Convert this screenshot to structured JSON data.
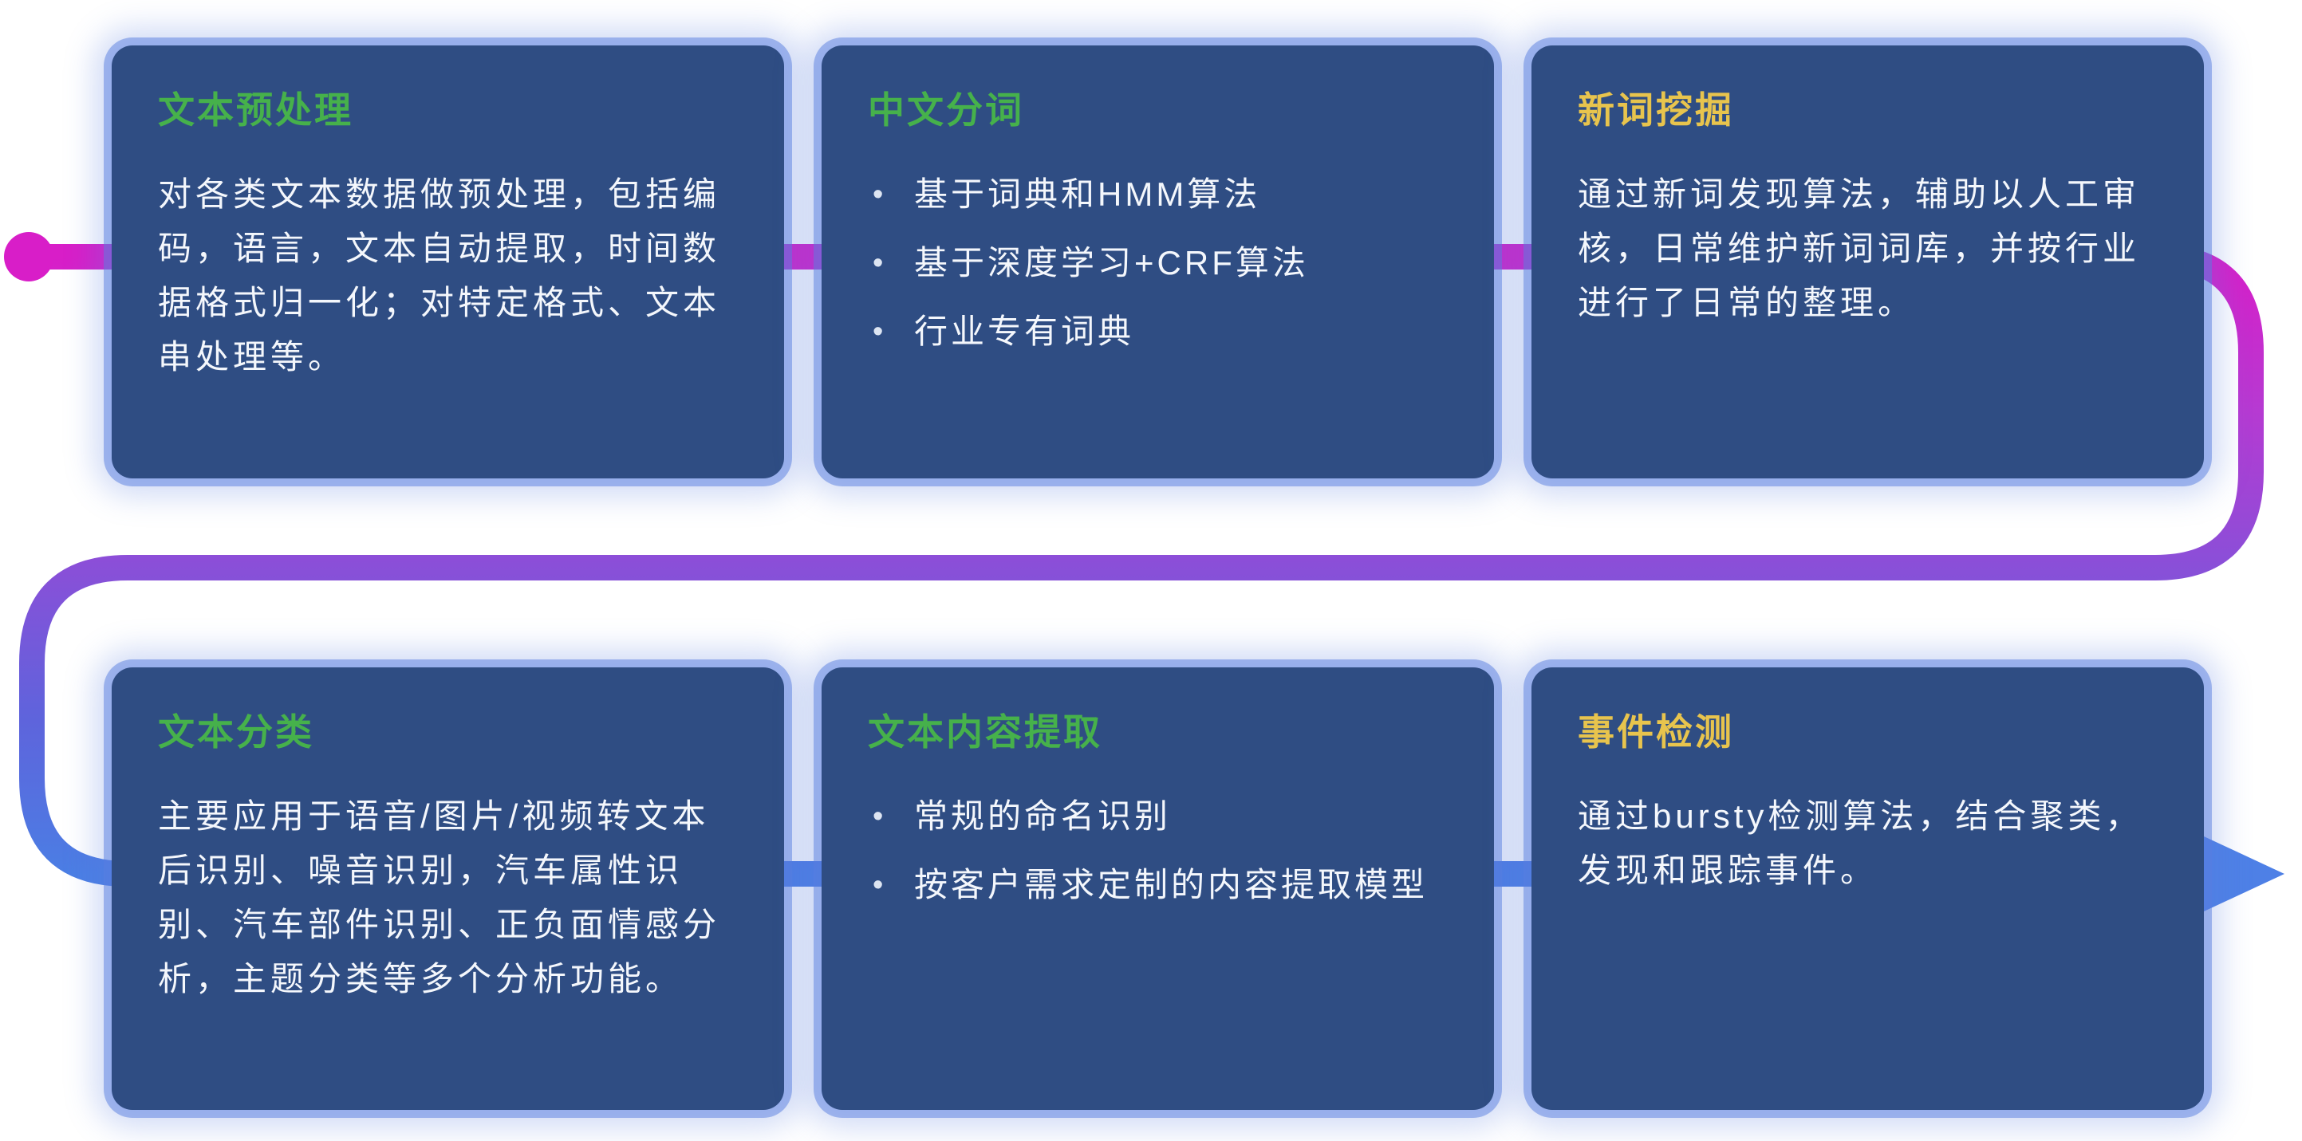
{
  "palette": {
    "card_background": "#2f4d83",
    "card_glow": "#587ee0",
    "title_green": "#46b14b",
    "title_yellow": "#e8c44d",
    "body_text": "#f4f7fc",
    "flow_start_magenta": "#d81ec8",
    "flow_mid_purple": "#8a4fd8",
    "flow_end_blue": "#4b7ee4"
  },
  "flow": {
    "start_marker": "dot",
    "end_marker": "arrow-right",
    "direction": "snake: top row left-to-right, curve down right side, middle line right-to-left, curve down left side, bottom row left-to-right"
  },
  "cards": [
    {
      "title": "文本预处理",
      "accent": "green",
      "body": "对各类文本数据做预处理，包括编码，语言，文本自动提取，时间数据格式归一化；对特定格式、文本串处理等。"
    },
    {
      "title": "中文分词",
      "accent": "green",
      "bullets": [
        "基于词典和HMM算法",
        "基于深度学习+CRF算法",
        "行业专有词典"
      ]
    },
    {
      "title": "新词挖掘",
      "accent": "yellow",
      "body": "通过新词发现算法，辅助以人工审核，日常维护新词词库，并按行业进行了日常的整理。"
    },
    {
      "title": "文本分类",
      "accent": "green",
      "body": "主要应用于语音/图片/视频转文本后识别、噪音识别，汽车属性识别、汽车部件识别、正负面情感分析，主题分类等多个分析功能。"
    },
    {
      "title": "文本内容提取",
      "accent": "green",
      "bullets": [
        "常规的命名识别",
        "按客户需求定制的内容提取模型"
      ]
    },
    {
      "title": "事件检测",
      "accent": "yellow",
      "body": "通过bursty检测算法，结合聚类，发现和跟踪事件。"
    }
  ]
}
